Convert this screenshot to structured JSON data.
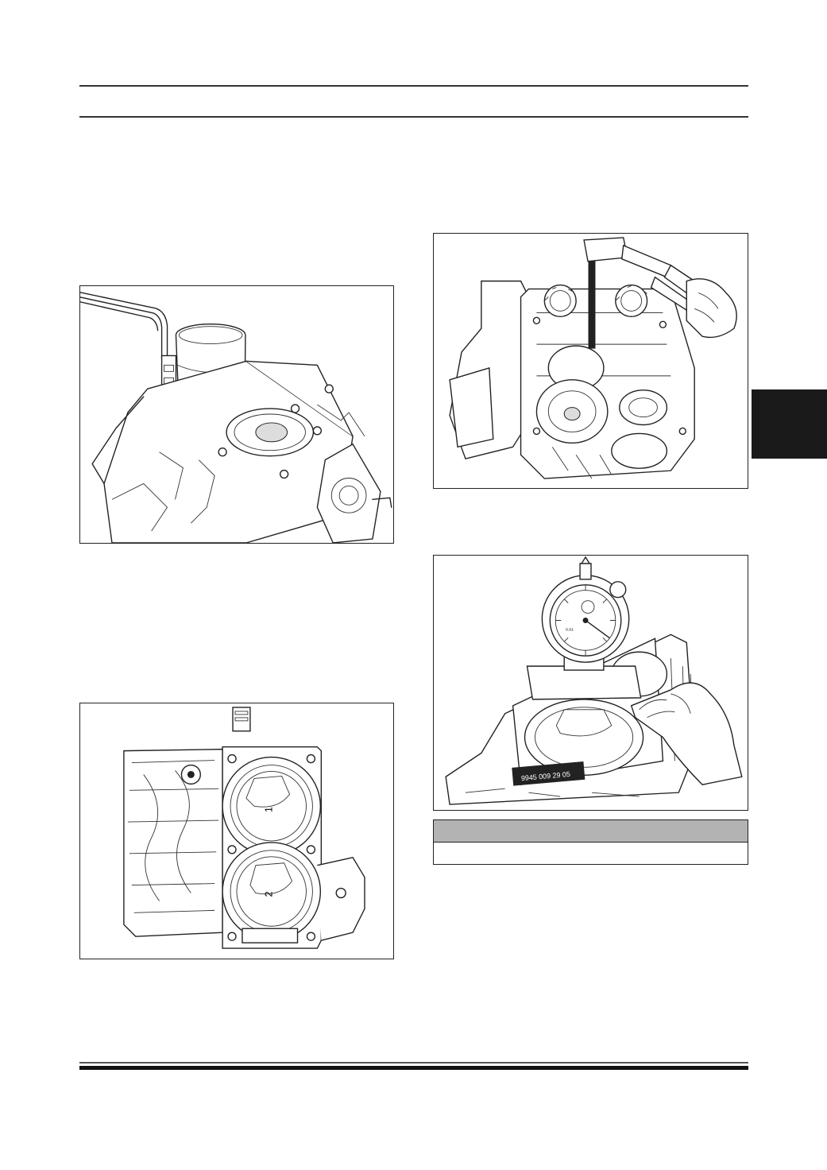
{
  "header": {
    "title": ""
  },
  "figures": {
    "cylinder_numbers": [
      "1",
      "2"
    ],
    "gauge_stamp": "9945 009 29 05",
    "gauge_dial_text": "0.01"
  },
  "caption": {
    "heading": "",
    "text": ""
  },
  "footer": {
    "text": ""
  },
  "colors": {
    "rule": "#333333",
    "tab": "#1a1a1a",
    "caption_head": "#b3b3b3"
  }
}
